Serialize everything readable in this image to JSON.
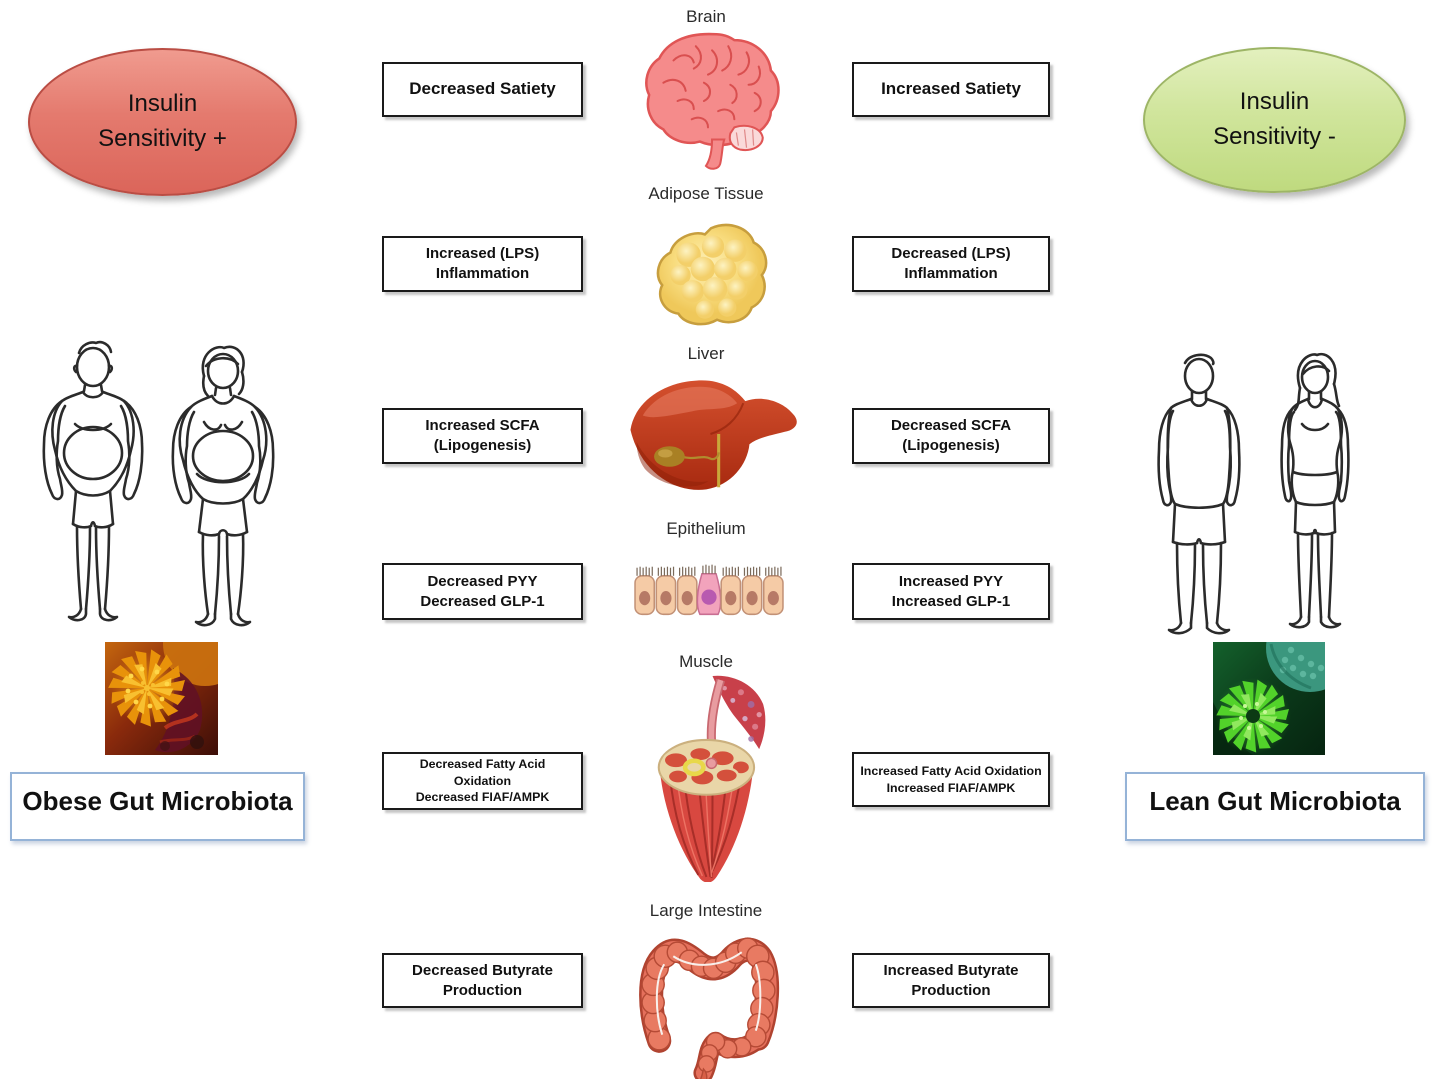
{
  "left": {
    "insulin_label": "Insulin\nSensitivity +",
    "caption": "Obese Gut Microbiota",
    "figures_icon": "obese-man-and-woman-outline",
    "microbiota_icon": "orange-microbiota-micrograph"
  },
  "right": {
    "insulin_label": "Insulin\nSensitivity -",
    "caption": "Lean Gut Microbiota",
    "figures_icon": "lean-man-and-woman-outline",
    "microbiota_icon": "green-microbiota-micrograph"
  },
  "rows": [
    {
      "organ": "Brain",
      "icon": "brain-illustration",
      "left_box": "Decreased Satiety",
      "right_box": "Increased Satiety"
    },
    {
      "organ": "Adipose Tissue",
      "icon": "adipose-tissue-illustration",
      "left_box": "Increased (LPS)\nInflammation",
      "right_box": "Decreased (LPS)\nInflammation"
    },
    {
      "organ": "Liver",
      "icon": "liver-illustration",
      "left_box": "Increased SCFA\n(Lipogenesis)",
      "right_box": "Decreased SCFA\n(Lipogenesis)"
    },
    {
      "organ": "Epithelium",
      "icon": "epithelium-illustration",
      "left_box": "Decreased PYY\nDecreased GLP-1",
      "right_box": "Increased PYY\nIncreased GLP-1"
    },
    {
      "organ": "Muscle",
      "icon": "muscle-illustration",
      "left_box": "Decreased Fatty Acid\nOxidation\nDecreased FIAF/AMPK",
      "right_box": "Increased Fatty Acid Oxidation\nIncreased FIAF/AMPK"
    },
    {
      "organ": "Large Intestine",
      "icon": "large-intestine-illustration",
      "left_box": "Decreased Butyrate\nProduction",
      "right_box": "Increased Butyrate\nProduction"
    }
  ],
  "colors": {
    "insulin_positive_fill": "#DB655A",
    "insulin_negative_fill": "#BFDA7F",
    "box_border": "#1a1a1a",
    "caption_border": "#95B3D7"
  }
}
